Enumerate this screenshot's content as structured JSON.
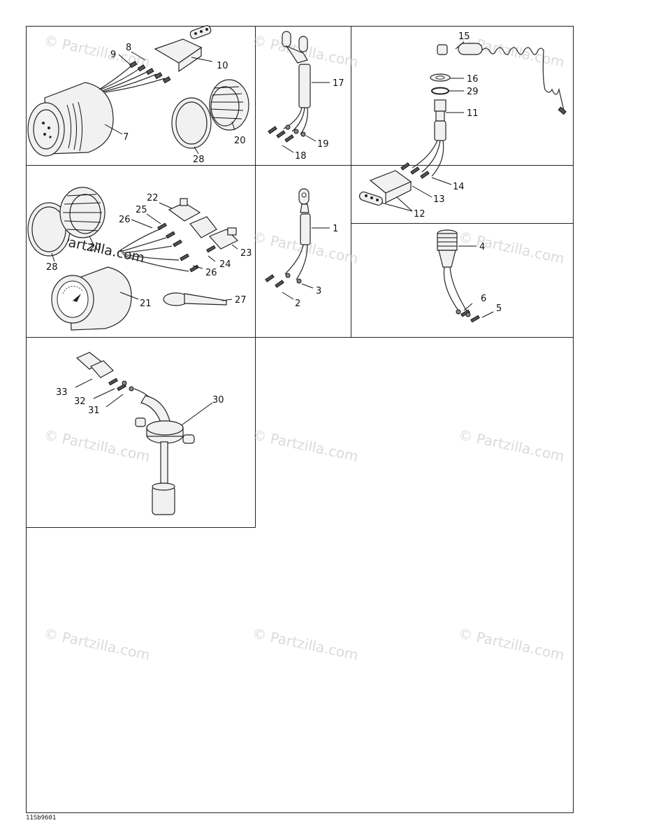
{
  "drawing_code": "11Sb9601",
  "watermark_text": "© Partzilla.com",
  "callouts": {
    "p1": "1",
    "p2": "2",
    "p3": "3",
    "p4": "4",
    "p5": "5",
    "p6": "6",
    "p7": "7",
    "p8": "8",
    "p9": "9",
    "p10": "10",
    "p11": "11",
    "p12": "12",
    "p13": "13",
    "p14": "14",
    "p15": "15",
    "p16": "16",
    "p17": "17",
    "p18": "18",
    "p19": "19",
    "p20a": "20",
    "p20b": "20",
    "p21": "21",
    "p22": "22",
    "p23": "23",
    "p24": "24",
    "p25": "25",
    "p26a": "26",
    "p26b": "26",
    "p27": "27",
    "p28a": "28",
    "p28b": "28",
    "p29": "29",
    "p30": "30",
    "p31": "31",
    "p32": "32",
    "p33": "33"
  }
}
